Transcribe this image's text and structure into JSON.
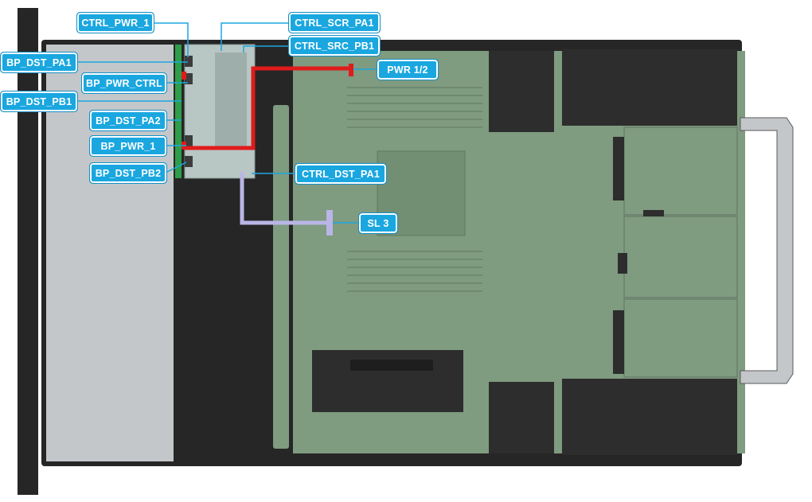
{
  "diagram": {
    "callouts": {
      "ctrl_pwr_1": "CTRL_PWR_1",
      "ctrl_scr_pa1": "CTRL_SCR_PA1",
      "ctrl_src_pb1": "CTRL_SRC_PB1",
      "bp_dst_pa1": "BP_DST_PA1",
      "pwr_1_2": "PWR 1/2",
      "bp_pwr_ctrl": "BP_PWR_CTRL",
      "bp_dst_pb1": "BP_DST_PB1",
      "bp_dst_pa2": "BP_DST_PA2",
      "bp_pwr_1": "BP_PWR_1",
      "bp_dst_pb2": "BP_DST_PB2",
      "ctrl_dst_pa1": "CTRL_DST_PA1",
      "sl_3": "SL 3"
    },
    "colors": {
      "callout": "#1aa7e0",
      "chassis_frame": "#262626",
      "motherboard": "#7f9b80",
      "drive_bay": "#c4c7ca",
      "power_cable": "#e01b1b",
      "signal_cable": "#b9b5e6",
      "backplane_connector": "#2e9e4a"
    }
  }
}
